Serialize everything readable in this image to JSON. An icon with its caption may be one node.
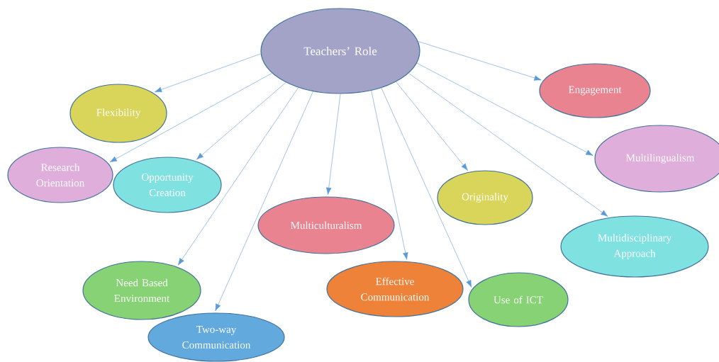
{
  "diagram": {
    "nodes": [
      {
        "text": [
          "Teachers’ Role"
        ]
      },
      {
        "text": [
          "Engagement"
        ]
      },
      {
        "text": [
          "Flexibility"
        ]
      },
      {
        "text": [
          "Multilingualism"
        ]
      },
      {
        "text": [
          "Research Orientation"
        ]
      },
      {
        "text": [
          "Opportunity Creation"
        ]
      },
      {
        "text": [
          "Originality"
        ]
      },
      {
        "text": [
          "Multiculturalism"
        ]
      },
      {
        "text": [
          "Multidisciplinary Approach"
        ]
      },
      {
        "text": [
          "Need Based Environment"
        ]
      },
      {
        "text": [
          "Effective Communication"
        ]
      },
      {
        "text": [
          "Use of ICT"
        ]
      },
      {
        "text": [
          "Two-way Communication"
        ]
      }
    ],
    "edges": [
      {
        "from": 0,
        "to": 1,
        "arrow": "to"
      },
      {
        "from": 0,
        "to": 2,
        "arrow": "to"
      },
      {
        "from": 0,
        "to": 3,
        "arrow": "to"
      },
      {
        "from": 0,
        "to": 4,
        "arrow": "to"
      },
      {
        "from": 0,
        "to": 5,
        "arrow": "to"
      },
      {
        "from": 0,
        "to": 6,
        "arrow": "to"
      },
      {
        "from": 0,
        "to": 7,
        "arrow": "to"
      },
      {
        "from": 0,
        "to": 8,
        "arrow": "to"
      },
      {
        "from": 0,
        "to": 9,
        "arrow": "to"
      },
      {
        "from": 0,
        "to": 10,
        "arrow": "to"
      },
      {
        "from": 0,
        "to": 11,
        "arrow": "to"
      },
      {
        "from": 0,
        "to": 12,
        "arrow": "to"
      }
    ]
  }
}
